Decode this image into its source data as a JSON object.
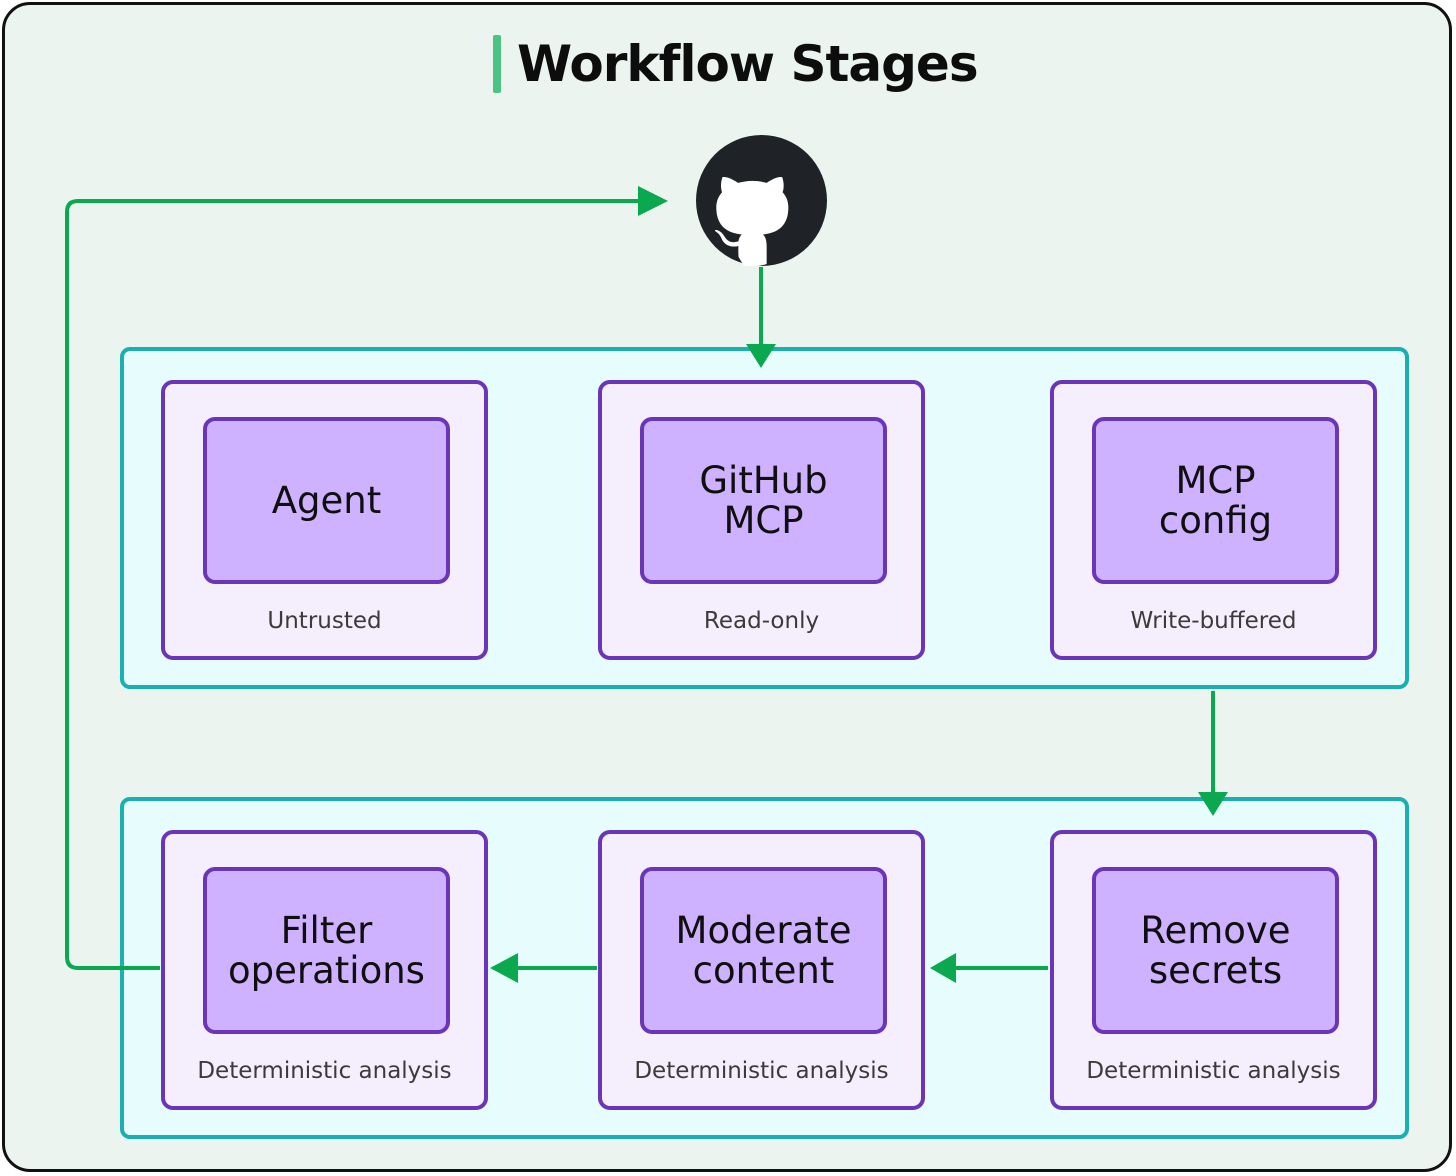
{
  "diagram": {
    "title": "Workflow Stages",
    "colors": {
      "arrow": "#0aa84f",
      "accent_bar": "#4cc383",
      "group_border": "#1aafb0",
      "group_fill": "#e7fdfd",
      "card_border": "#6a35b8",
      "card_fill": "#f5eefd",
      "inner_fill": "#cfb2ff",
      "background": "#ebf4ef"
    },
    "source_icon": "github-octocat-icon",
    "stages_top": [
      {
        "label": "Agent",
        "sub": "Untrusted"
      },
      {
        "label": "GitHub\nMCP",
        "sub": "Read-only"
      },
      {
        "label": "MCP\nconfig",
        "sub": "Write-buffered"
      }
    ],
    "stages_bottom": [
      {
        "label": "Filter\noperations",
        "sub": "Deterministic analysis"
      },
      {
        "label": "Moderate\ncontent",
        "sub": "Deterministic analysis"
      },
      {
        "label": "Remove\nsecrets",
        "sub": "Deterministic analysis"
      }
    ]
  }
}
